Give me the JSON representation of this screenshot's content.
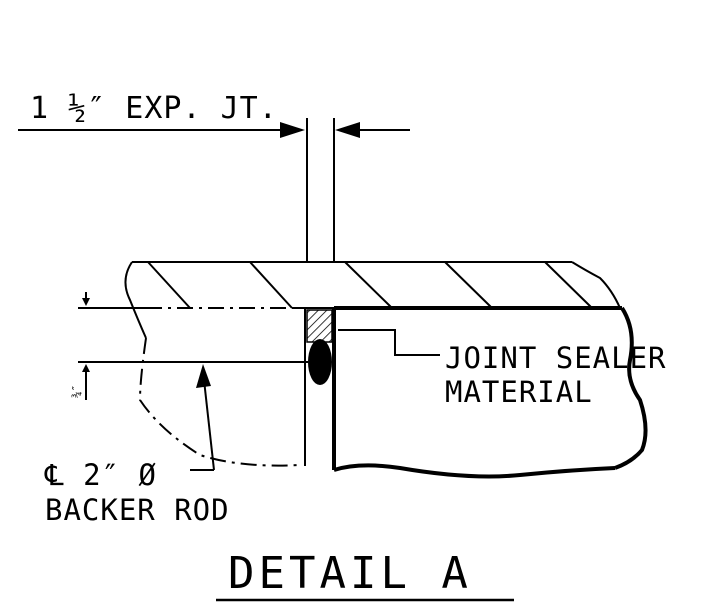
{
  "labels": {
    "expansion_joint": "1 ½″ EXP. JT.",
    "sealer_line1": "JOINT SEALER",
    "sealer_line2": "MATERIAL",
    "backer_line1": "℄ 2″ Ø",
    "backer_line2": "BACKER ROD",
    "small_dim": "¾″",
    "title": "DETAIL A"
  }
}
